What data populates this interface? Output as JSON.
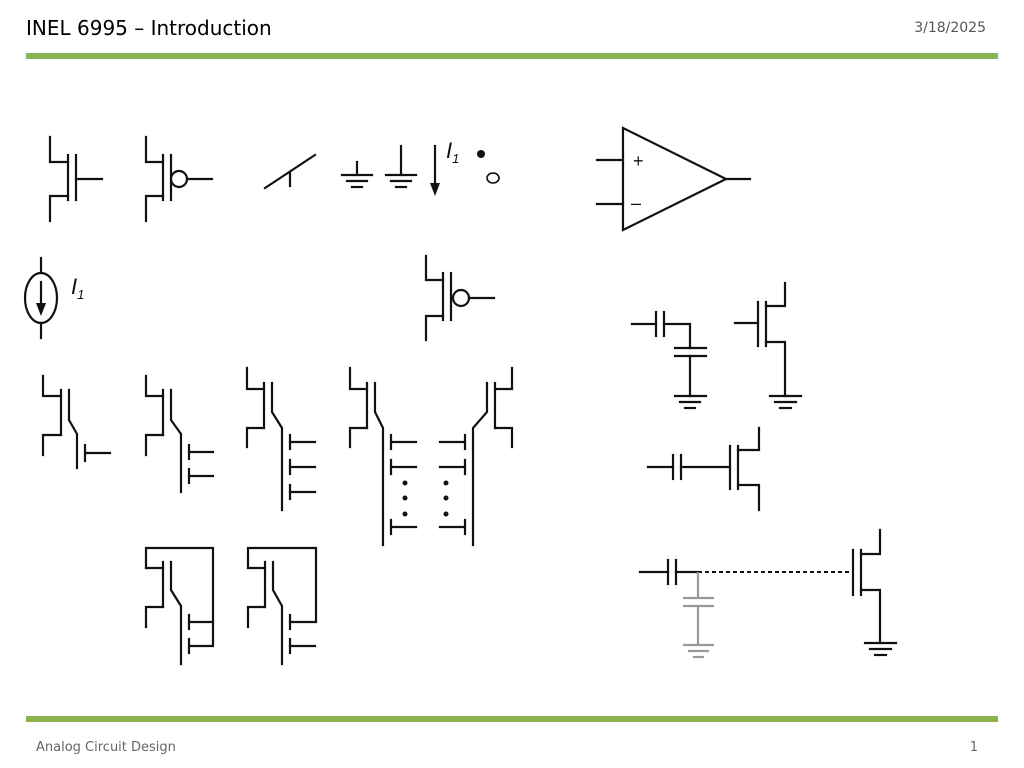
{
  "header": {
    "title": "INEL 6995 – Introduction",
    "date": "3/18/2025"
  },
  "footer": {
    "left": "Analog Circuit Design",
    "page": "1"
  },
  "symbols": {
    "current_label": "I",
    "current_sub": "1",
    "source_label": "I",
    "source_sub": "1",
    "opamp_plus": "+",
    "opamp_minus": "–"
  },
  "colors": {
    "accent_bar": "#8db350",
    "ink": "#111111",
    "grey": "#999999"
  }
}
